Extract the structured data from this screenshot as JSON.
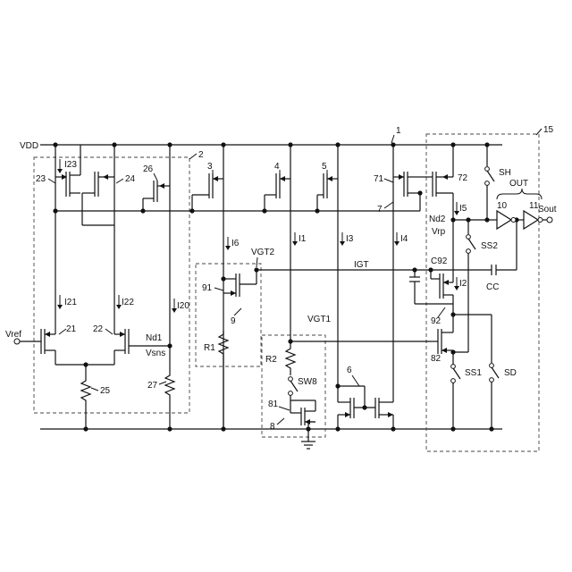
{
  "labels": {
    "vdd": "VDD",
    "ref_1": "1",
    "ref_2": "2",
    "ref_3": "3",
    "ref_4": "4",
    "ref_5": "5",
    "ref_6": "6",
    "ref_7": "7",
    "ref_8": "8",
    "ref_9": "9",
    "ref_10": "10",
    "ref_11": "11",
    "ref_15": "15",
    "ref_21": "21",
    "ref_22": "22",
    "ref_23": "23",
    "ref_24": "24",
    "ref_25": "25",
    "ref_26": "26",
    "ref_27": "27",
    "ref_71": "71",
    "ref_72": "72",
    "ref_81": "81",
    "ref_82": "82",
    "ref_91": "91",
    "ref_92": "92",
    "i23": "I23",
    "i21": "I21",
    "i22": "I22",
    "i20": "I20",
    "i6": "I6",
    "i1": "I1",
    "i3": "I3",
    "i4": "I4",
    "i5": "I5",
    "i2": "I2",
    "vgt2": "VGT2",
    "vgt1": "VGT1",
    "igt": "IGT",
    "vref": "Vref",
    "nd1": "Nd1",
    "vsns": "Vsns",
    "nd2": "Nd2",
    "vrp": "Vrp",
    "sh": "SH",
    "ss2": "SS2",
    "ss1": "SS1",
    "sd": "SD",
    "sw8": "SW8",
    "out": "OUT",
    "sout": "Sout",
    "c92": "C92",
    "cc": "CC",
    "r1": "R1",
    "r2": "R2"
  }
}
